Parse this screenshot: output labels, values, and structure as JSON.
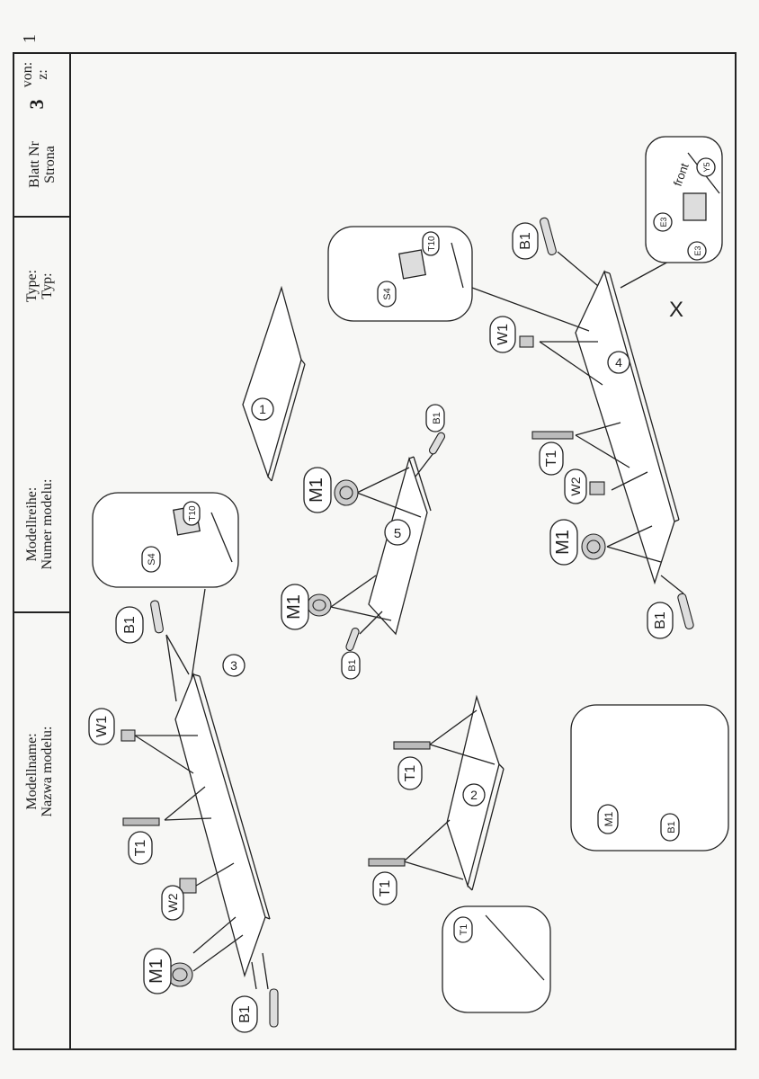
{
  "header": {
    "sheet_label_de": "Blatt Nr",
    "sheet_label_pl": "Strona",
    "sheet_number": "3",
    "of_label_de": "von:",
    "of_label_pl": "z:",
    "corner_number": "1",
    "type_label_de": "Type:",
    "type_label_pl": "Typ:",
    "model_series_de": "Modellreihe:",
    "model_series_pl": "Numer modelu:",
    "model_name_de": "Modellname:",
    "model_name_pl": "Nazwa modelu:"
  },
  "parts": {
    "B1": "B1",
    "M1": "M1",
    "T1": "T1",
    "W1": "W1",
    "W2": "W2",
    "S4": "S4",
    "T10": "T10",
    "E3": "E3",
    "Y5": "Y5",
    "front": "front",
    "x_mark": "X"
  },
  "panels": [
    "1",
    "2",
    "3",
    "4",
    "5"
  ]
}
